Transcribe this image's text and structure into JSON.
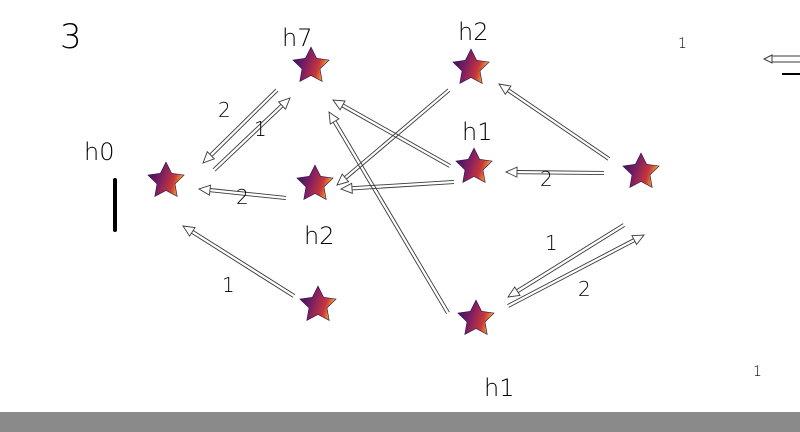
{
  "page_label": "3",
  "nodes": [
    {
      "id": "n-left",
      "label": "h0",
      "score": "1"
    },
    {
      "id": "n-top-center",
      "label": "h7"
    },
    {
      "id": "n-mid-center",
      "label": "h2"
    },
    {
      "id": "n-bottom-center",
      "label": ""
    },
    {
      "id": "n-top-right",
      "label": "h2"
    },
    {
      "id": "n-mid-right",
      "label": "h1"
    },
    {
      "id": "n-bottom-right",
      "label": "h1"
    },
    {
      "id": "n-far-right",
      "label": ""
    }
  ],
  "edges": [
    {
      "from": "n-top-center",
      "to": "n-left",
      "weight": "2"
    },
    {
      "from": "n-left",
      "to": "n-top-center",
      "weight": "1"
    },
    {
      "from": "n-mid-center",
      "to": "n-left",
      "weight": "2"
    },
    {
      "from": "n-bottom-center",
      "to": "n-left",
      "weight": "1"
    },
    {
      "from": "n-mid-right",
      "to": "n-top-center",
      "weight": ""
    },
    {
      "from": "n-bottom-right",
      "to": "n-top-center",
      "weight": ""
    },
    {
      "from": "n-top-right",
      "to": "n-mid-center",
      "weight": ""
    },
    {
      "from": "n-mid-right",
      "to": "n-mid-center",
      "weight": ""
    },
    {
      "from": "n-far-right",
      "to": "n-top-right",
      "weight": ""
    },
    {
      "from": "n-far-right",
      "to": "n-mid-right",
      "weight": "2"
    },
    {
      "from": "n-far-right",
      "to": "n-bottom-right",
      "weight": "1"
    },
    {
      "from": "n-bottom-right",
      "to": "n-far-right",
      "weight": "2"
    }
  ],
  "stray_marks": [
    "1",
    "1"
  ],
  "colors": {
    "background": "#ffffff",
    "ink": "#000000",
    "arrow_stroke": "#3a3a3a",
    "star_gradient": [
      "#2a1256",
      "#7d1e62",
      "#c8373a",
      "#f0a32a"
    ],
    "footer": "#8a8a8a"
  }
}
